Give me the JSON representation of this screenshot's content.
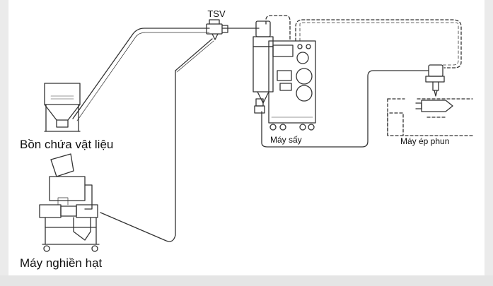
{
  "labels": {
    "tsv": "TSV",
    "storage_bin": "Bồn chứa vật liệu",
    "dryer": "Máy sấy",
    "injection_machine": "Máy ép phun",
    "granulator": "Máy nghiền hạt"
  },
  "colors": {
    "background": "#ebebeb",
    "canvas": "#ffffff",
    "line": "#333333"
  }
}
